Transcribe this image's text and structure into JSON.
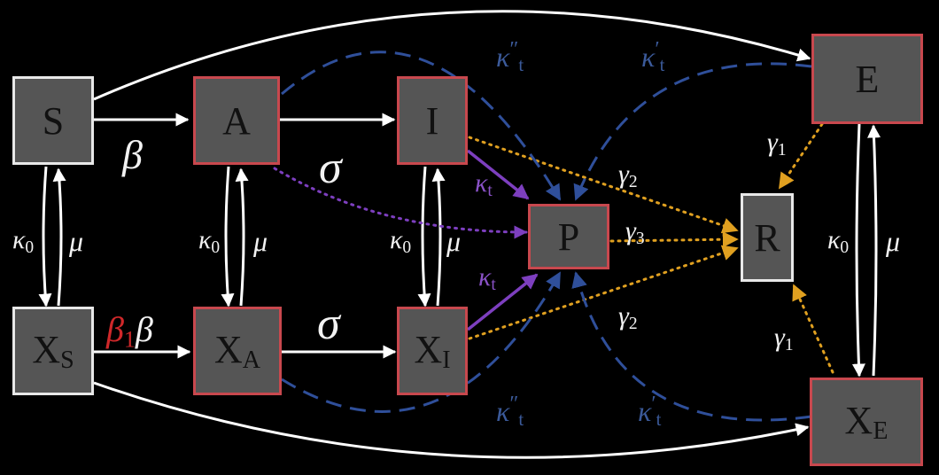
{
  "nodes": {
    "S": {
      "main": "S",
      "sub": ""
    },
    "A": {
      "main": "A",
      "sub": ""
    },
    "I": {
      "main": "I",
      "sub": ""
    },
    "P": {
      "main": "P",
      "sub": ""
    },
    "R": {
      "main": "R",
      "sub": ""
    },
    "E": {
      "main": "E",
      "sub": ""
    },
    "XS": {
      "main": "X",
      "sub": "S"
    },
    "XA": {
      "main": "X",
      "sub": "A"
    },
    "XI": {
      "main": "X",
      "sub": "I"
    },
    "XE": {
      "main": "X",
      "sub": "E"
    }
  },
  "labels": {
    "beta": "β",
    "beta1": "β",
    "beta1_sub": "1",
    "beta1_beta": "β",
    "sigma_top": "σ",
    "sigma_bottom": "σ",
    "kappa0": "κ",
    "kappa0_sub": "0",
    "mu": "μ",
    "kappa_t": "κ",
    "kappa_t_sub": "t",
    "prime1": "′",
    "prime2": "″",
    "gamma": "γ",
    "gamma1_sub": "1",
    "gamma2_sub": "2",
    "gamma3_sub": "3"
  },
  "colors": {
    "background": "#000000",
    "node_fill": "#555555",
    "node_border_white": "#e8e8e8",
    "node_border_red": "#c8484e",
    "arrow_white": "#ffffff",
    "dashed_blue": "#2f4f9a",
    "purple": "#7d3fbf",
    "yellow_dotted": "#e0a020",
    "beta1_red": "#d0282a"
  }
}
